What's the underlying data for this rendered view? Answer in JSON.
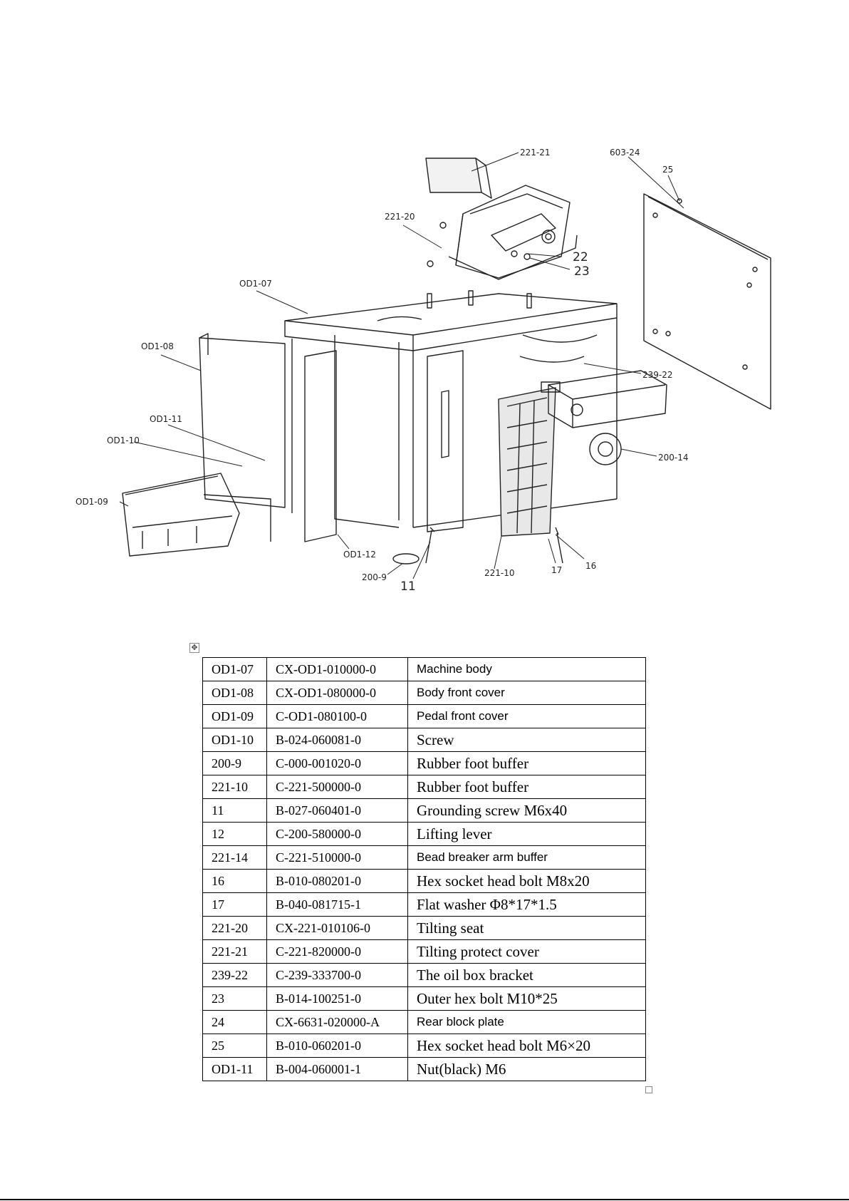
{
  "diagram": {
    "callouts": [
      "221-21",
      "603-24",
      "25",
      "221-20",
      "22",
      "23",
      "OD1-07",
      "OD1-08",
      "239-22",
      "OD1-11",
      "OD1-10",
      "200-14",
      "OD1-09",
      "OD1-12",
      "200-9",
      "11",
      "221-10",
      "17",
      "16"
    ]
  },
  "table": {
    "rows": [
      {
        "pos": "OD1-07",
        "code": "CX-OD1-010000-0",
        "desc": "Machine body",
        "font": "sans"
      },
      {
        "pos": "OD1-08",
        "code": "CX-OD1-080000-0",
        "desc": "Body front cover",
        "font": "sans"
      },
      {
        "pos": "OD1-09",
        "code": "C-OD1-080100-0",
        "desc": "Pedal front cover",
        "font": "sans"
      },
      {
        "pos": "OD1-10",
        "code": "B-024-060081-0",
        "desc": "Screw",
        "font": "serif"
      },
      {
        "pos": "200-9",
        "code": "C-000-001020-0",
        "desc": "Rubber foot buffer",
        "font": "serif"
      },
      {
        "pos": "221-10",
        "code": "C-221-500000-0",
        "desc": "Rubber foot buffer",
        "font": "serif"
      },
      {
        "pos": "11",
        "code": "B-027-060401-0",
        "desc": "Grounding screw M6x40",
        "font": "serif"
      },
      {
        "pos": "12",
        "code": "C-200-580000-0",
        "desc": "Lifting lever",
        "font": "serif"
      },
      {
        "pos": "221-14",
        "code": "C-221-510000-0",
        "desc": "Bead breaker arm buffer",
        "font": "sans"
      },
      {
        "pos": "16",
        "code": "B-010-080201-0",
        "desc": "Hex socket head bolt M8x20",
        "font": "serif"
      },
      {
        "pos": "17",
        "code": "B-040-081715-1",
        "desc": "Flat washer  Φ8*17*1.5",
        "font": "serif"
      },
      {
        "pos": "221-20",
        "code": "CX-221-010106-0",
        "desc": "Tilting seat",
        "font": "serif"
      },
      {
        "pos": "221-21",
        "code": "C-221-820000-0",
        "desc": "Tilting protect cover",
        "font": "serif"
      },
      {
        "pos": "239-22",
        "code": "C-239-333700-0",
        "desc": "The oil box bracket",
        "font": "serif"
      },
      {
        "pos": "23",
        "code": "B-014-100251-0",
        "desc": "Outer hex bolt M10*25",
        "font": "serif"
      },
      {
        "pos": "24",
        "code": "CX-6631-020000-A",
        "desc": "Rear block plate",
        "font": "sans"
      },
      {
        "pos": "25",
        "code": "B-010-060201-0",
        "desc": "Hex socket head bolt M6×20",
        "font": "serif"
      },
      {
        "pos": "OD1-11",
        "code": "B-004-060001-1",
        "desc": "Nut(black) M6",
        "font": "serif"
      }
    ]
  }
}
